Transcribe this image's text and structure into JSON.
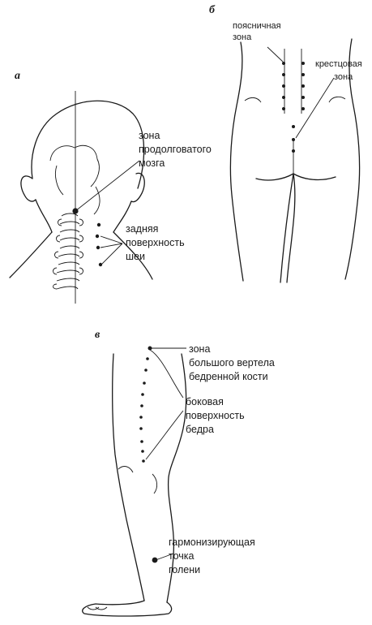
{
  "panels": {
    "a": {
      "letter": "а",
      "label_medulla": [
        "зона",
        "продолговатого",
        "мозга"
      ],
      "label_neck": [
        "задняя",
        "поверхность",
        "шеи"
      ]
    },
    "b": {
      "letter": "б",
      "label_lumbar": [
        "поясничная",
        "зона"
      ],
      "label_sacral": [
        "крестцовая",
        "зона"
      ]
    },
    "c": {
      "letter": "в",
      "label_trochanter": [
        "зона",
        "большого вертела",
        "бедренной кости"
      ],
      "label_thigh": [
        "боковая",
        "поверхность",
        "бедра"
      ],
      "label_shin": [
        "гармонизирующая",
        "точка",
        "голени"
      ]
    }
  },
  "colors": {
    "ink": "#1a1a1a",
    "background": "#ffffff"
  }
}
